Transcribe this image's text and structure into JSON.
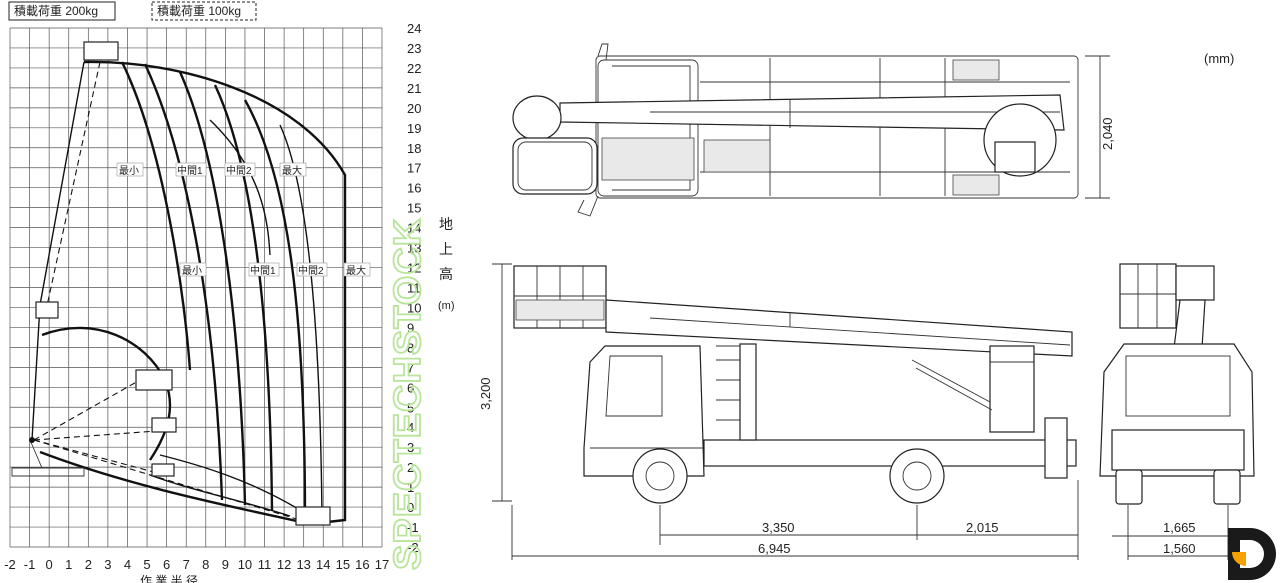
{
  "chart": {
    "legend_load_200": "積載荷重 200kg",
    "legend_load_100": "積載荷重 100kg",
    "y_ticks": [
      "-2",
      "-1",
      "0",
      "1",
      "2",
      "3",
      "4",
      "5",
      "6",
      "7",
      "8",
      "9",
      "10",
      "11",
      "12",
      "13",
      "14",
      "15",
      "16",
      "17",
      "18",
      "19",
      "20",
      "21",
      "22",
      "23",
      "24"
    ],
    "x_ticks": [
      "-2",
      "-1",
      "0",
      "1",
      "2",
      "3",
      "4",
      "5",
      "6",
      "7",
      "8",
      "9",
      "10",
      "11",
      "12",
      "13",
      "14",
      "15",
      "16",
      "17"
    ],
    "y_label": [
      "地",
      "上",
      "高",
      "(m)"
    ],
    "x_label": "作 業 半 径",
    "boom_labels_upper": [
      "最小",
      "中間1",
      "中間2",
      "最大"
    ],
    "boom_labels_lower": [
      "最小",
      "中間1",
      "中間2",
      "最大"
    ],
    "watermark": "SPECTECHSTOCK"
  },
  "views": {
    "unit": "(mm)",
    "top_width": "2,040",
    "side_height": "3,200",
    "wheelbase": "3,350",
    "rear_overhang": "2,015",
    "overall_length": "6,945",
    "rear_track": "1,665",
    "front_track": "1,560"
  },
  "colors": {
    "watermark": "#b8e59a",
    "logo_dark": "#1a1a1a",
    "logo_accent": "#f5a200"
  }
}
